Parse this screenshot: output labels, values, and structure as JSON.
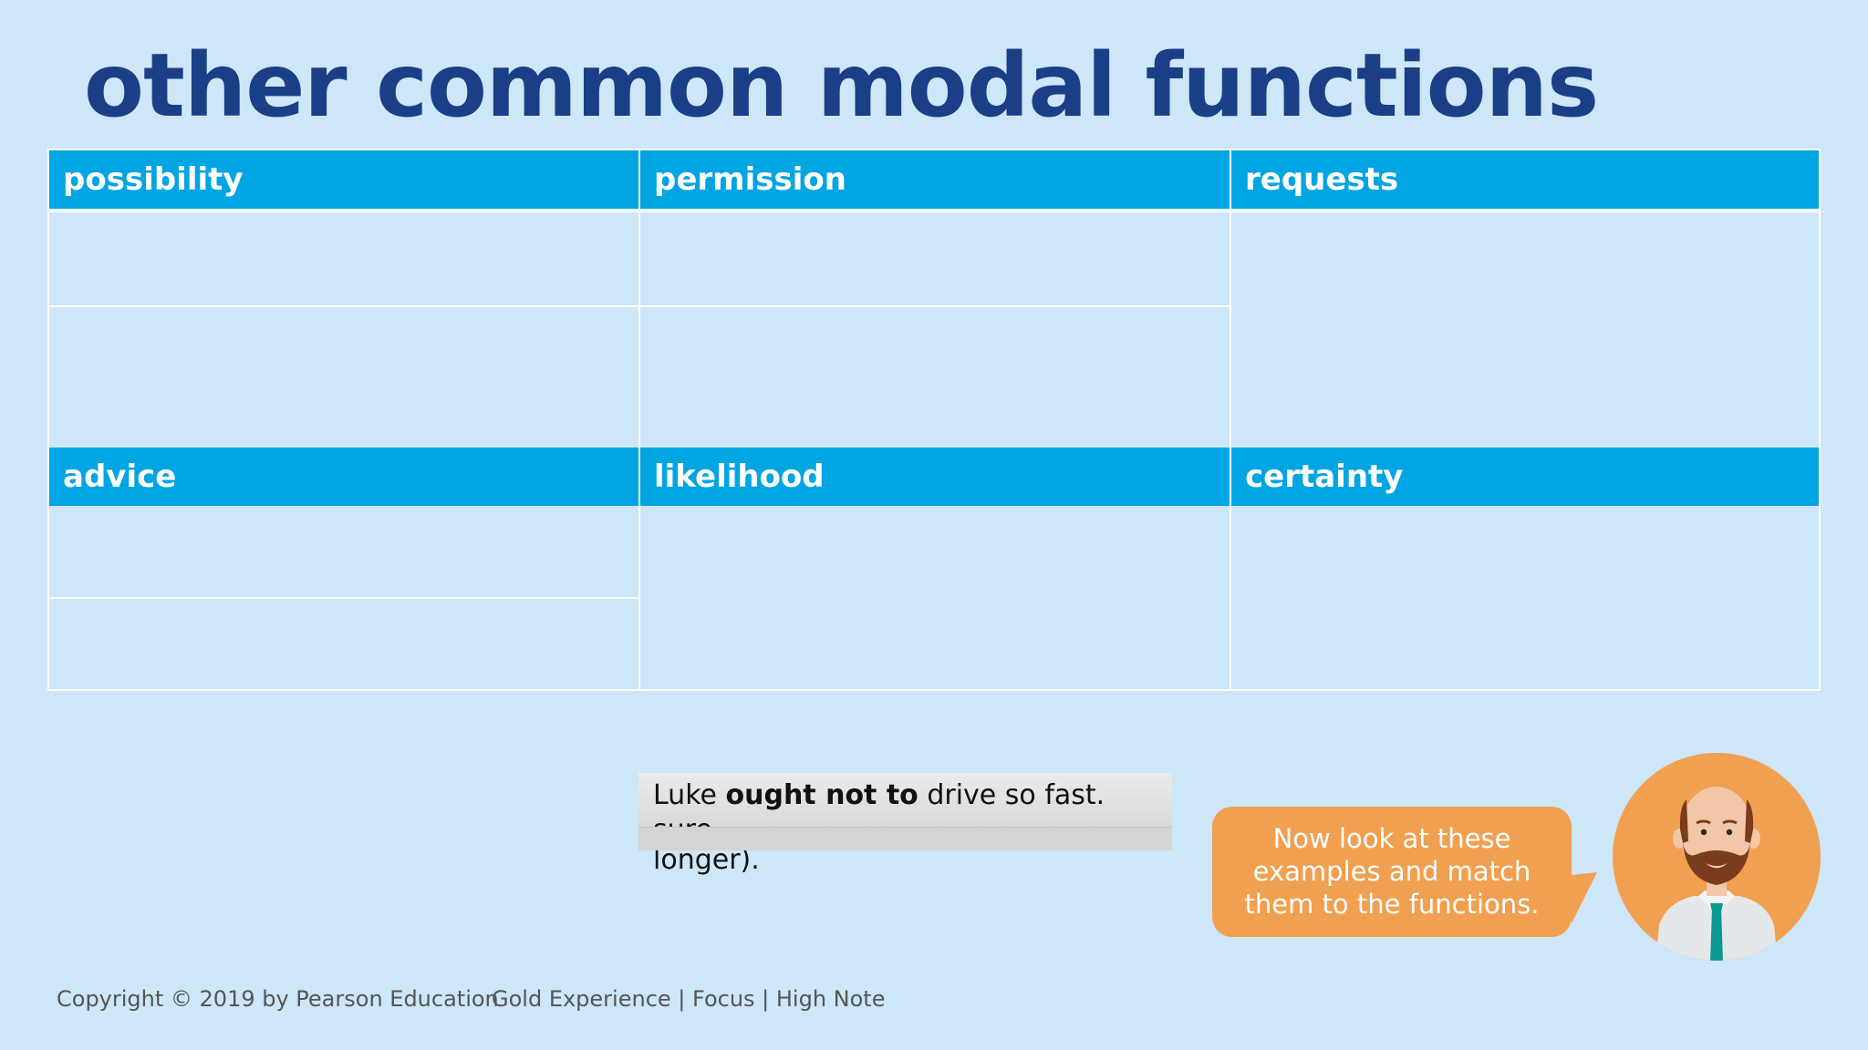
{
  "title": "other common modal functions",
  "table": {
    "headers": [
      "possibility",
      "permission",
      "requests",
      "advice",
      "likelihood",
      "certainty"
    ]
  },
  "drag_card": {
    "prefix": "Luke ",
    "bold": "ought not to",
    "suffix": " drive so fast."
  },
  "hidden_cards": {
    "line1": "sure.",
    "line2": "longer)."
  },
  "speech_bubble": {
    "line1": "Now look at these",
    "line2": "examples and match",
    "line3": "them to the functions."
  },
  "footer": {
    "copyright": "Copyright © 2019 by Pearson Education",
    "products": "Gold Experience | Focus | High Note"
  },
  "colors": {
    "background": "#cde6f8",
    "title": "#1b3f86",
    "header": "#00a5e2",
    "bubble": "#f0a050"
  }
}
